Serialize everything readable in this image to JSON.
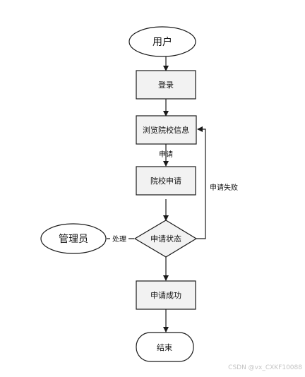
{
  "diagram": {
    "nodes": {
      "user": "用户",
      "login": "登录",
      "browse": "浏览院校信息",
      "apply": "院校申请",
      "status": "申请状态",
      "admin": "管理员",
      "success": "申请成功",
      "end": "结束"
    },
    "edges": {
      "browse_to_apply": "申请",
      "status_to_browse": "申请失败",
      "admin_to_status": "处理"
    }
  },
  "watermark": "CSDN @vx_CXKF10088",
  "colors": {
    "box_fill": "#f2f2f2",
    "stroke": "#1a1a1a",
    "background": "#ffffff"
  }
}
